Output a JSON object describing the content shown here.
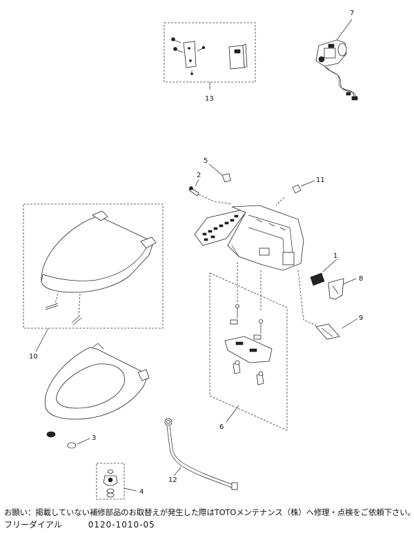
{
  "parts": [
    {
      "no": "1"
    },
    {
      "no": "2"
    },
    {
      "no": "3"
    },
    {
      "no": "4"
    },
    {
      "no": "5"
    },
    {
      "no": "6"
    },
    {
      "no": "7"
    },
    {
      "no": "8"
    },
    {
      "no": "9"
    },
    {
      "no": "10"
    },
    {
      "no": "11"
    },
    {
      "no": "12"
    },
    {
      "no": "13"
    }
  ],
  "footer": {
    "note": "お願い：掲載していない補修部品のお取替えが発生した際はTOTOメンテナンス（株）へ修理・点検をご依頼下さい。",
    "dial_label": "フリーダイアル",
    "dial_number": "0120-1010-05"
  }
}
